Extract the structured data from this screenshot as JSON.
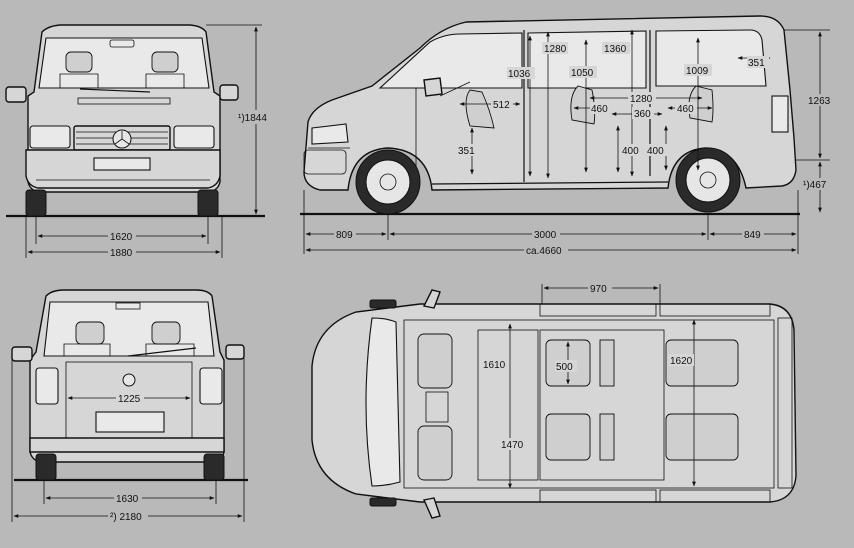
{
  "views": {
    "front": {
      "height": "¹)1844",
      "track_width": "1620",
      "overall_width": "1880"
    },
    "side": {
      "front_overhang": "809",
      "wheelbase": "3000",
      "rear_overhang": "849",
      "overall_length": "ca.4660",
      "interior_height_front": "1280",
      "interior_height_rear": "1360",
      "door_height": "1036",
      "seat_height_2nd_row": "1050",
      "seat_height_3rd_row": "1009",
      "rear_window_height": "351",
      "front_seat_depth": "512",
      "row_spacing_1": "460",
      "row_spacing_2": "1280",
      "row_spacing_3": "360",
      "row_spacing_4": "460",
      "seat_height_front": "351",
      "seat_base_height_1": "400",
      "seat_base_height_2": "400",
      "cargo_height": "1263",
      "ground_clearance": "¹)467"
    },
    "rear": {
      "tailgate_width": "1225",
      "rear_track": "1630",
      "overall_width_mirrors": "²) 2180"
    },
    "top": {
      "sliding_door_length": "970",
      "interior_width_front": "1610",
      "seat_width": "500",
      "interior_width_rear": "1620",
      "floor_width": "1470"
    }
  }
}
